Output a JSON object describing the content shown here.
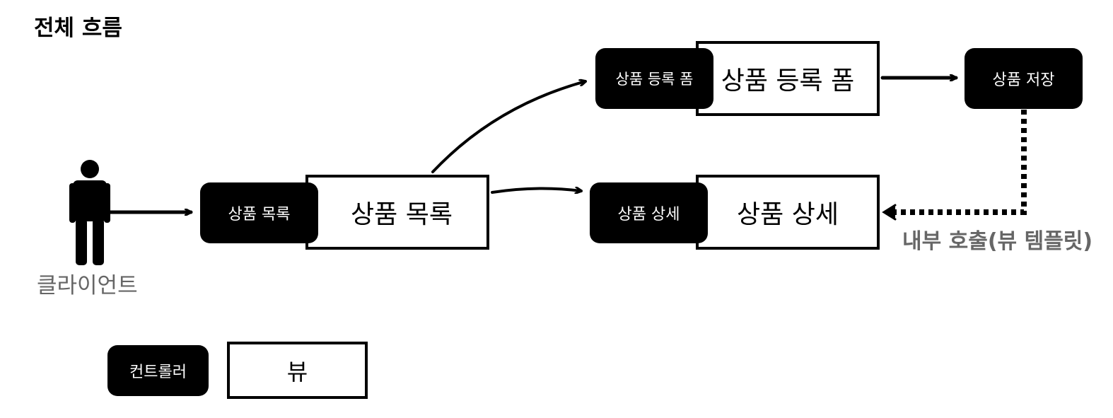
{
  "title": "전체 흐름",
  "client_label": "클라이언트",
  "nodes": {
    "list_controller": "상품 목록",
    "list_view": "상품 목록",
    "form_controller": "상품 등록 폼",
    "form_view": "상품 등록 폼",
    "save_controller": "상품 저장",
    "detail_controller": "상품 상세",
    "detail_view": "상품 상세"
  },
  "internal_call_label": "내부 호출(뷰 템플릿)",
  "legend": {
    "controller": "컨트롤러",
    "view": "뷰"
  },
  "colors": {
    "controller_fill": "#000000",
    "view_border": "#000000",
    "annotation_text": "#666666"
  }
}
